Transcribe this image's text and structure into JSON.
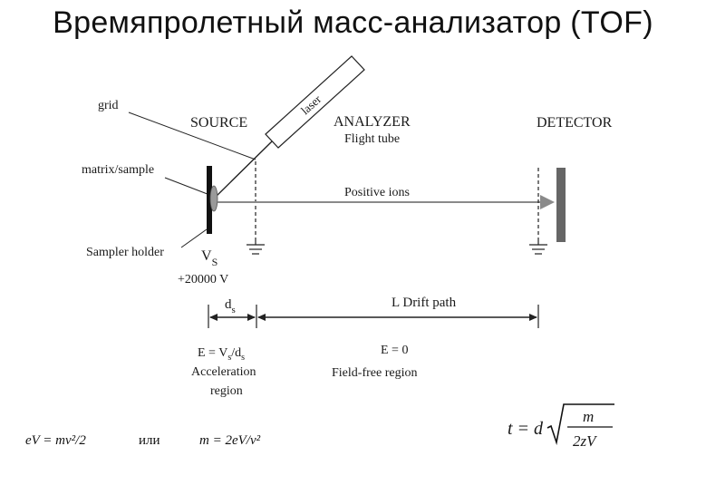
{
  "title": "Времяпролетный масс-анализатор (TOF)",
  "diagram": {
    "labels": {
      "grid": "grid",
      "matrix_sample": "matrix/sample",
      "sampler_holder": "Sampler holder",
      "source": "SOURCE",
      "analyzer": "ANALYZER",
      "flight_tube": "Flight tube",
      "detector": "DETECTOR",
      "positive_ions": "Positive ions",
      "laser": "laser",
      "vs_main": "V",
      "vs_sub": "S",
      "voltage": "+20000 V",
      "ds_main": "d",
      "ds_sub": "s",
      "drift": "L  Drift path",
      "e_accel_1": "E = V",
      "e_accel_sub1": "s",
      "e_accel_2": "/d",
      "e_accel_sub2": "s",
      "acceleration": "Acceleration",
      "region": "region",
      "e_zero": "E = 0",
      "field_free": "Field-free region"
    }
  },
  "formulas": {
    "energy": "eV = mv²/2",
    "or": "или",
    "mass": "m = 2eV/v²",
    "time_lhs": "t = d",
    "time_num": "m",
    "time_den": "2zV"
  }
}
